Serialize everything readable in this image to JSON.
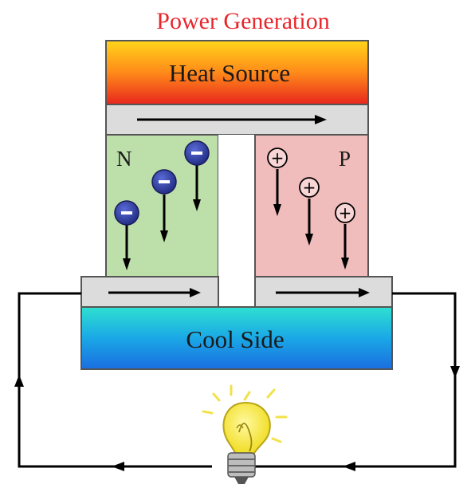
{
  "title": "Power Generation",
  "heat_source": {
    "label": "Heat Source"
  },
  "cool_side": {
    "label": "Cool Side"
  },
  "n_leg": {
    "label": "N",
    "carrier": "electron",
    "carrier_sign": "−",
    "color": "#bddfa9"
  },
  "p_leg": {
    "label": "P",
    "carrier": "hole",
    "carrier_sign": "+",
    "color": "#f1bcbc"
  },
  "colors": {
    "title": "#e8262c",
    "heat_gradient": [
      "#ffd51a",
      "#ff8a1a",
      "#e8261c"
    ],
    "cool_gradient": [
      "#2ee0d0",
      "#1aa8e6",
      "#1a6ee0"
    ],
    "electron": "#2a3a9a",
    "bulb": "#f2e63a",
    "wire": "#000000"
  },
  "icons": {
    "load": "light-bulb-icon"
  }
}
